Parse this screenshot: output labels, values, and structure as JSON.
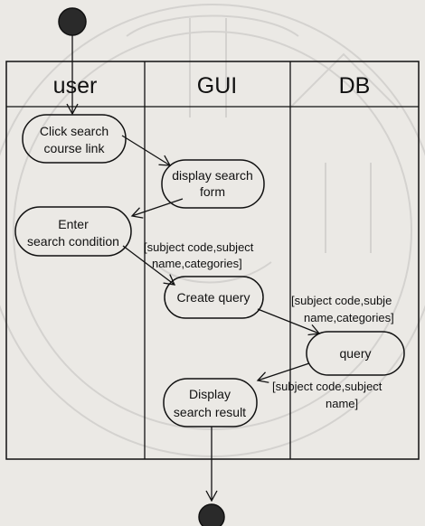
{
  "lanes": [
    {
      "label": "user"
    },
    {
      "label": "GUI"
    },
    {
      "label": "DB"
    }
  ],
  "activities": {
    "click_search": [
      "Click search",
      "course link"
    ],
    "display_form": [
      "display search",
      "form"
    ],
    "enter_condition": [
      "Enter",
      "search condition"
    ],
    "create_query": [
      "Create query"
    ],
    "query": [
      "query"
    ],
    "display_result": [
      "Display",
      "search result"
    ]
  },
  "object_flows": {
    "gui_params": [
      "[subject code,subject",
      "name,categories]"
    ],
    "db_params": [
      "[subject code,subje",
      "name,categories]"
    ],
    "result_params": [
      "[subject code,subject",
      "name]"
    ]
  },
  "colors": {
    "line": "#111111",
    "node": "#2a2a2a",
    "watermark": "#a9a9a9"
  }
}
